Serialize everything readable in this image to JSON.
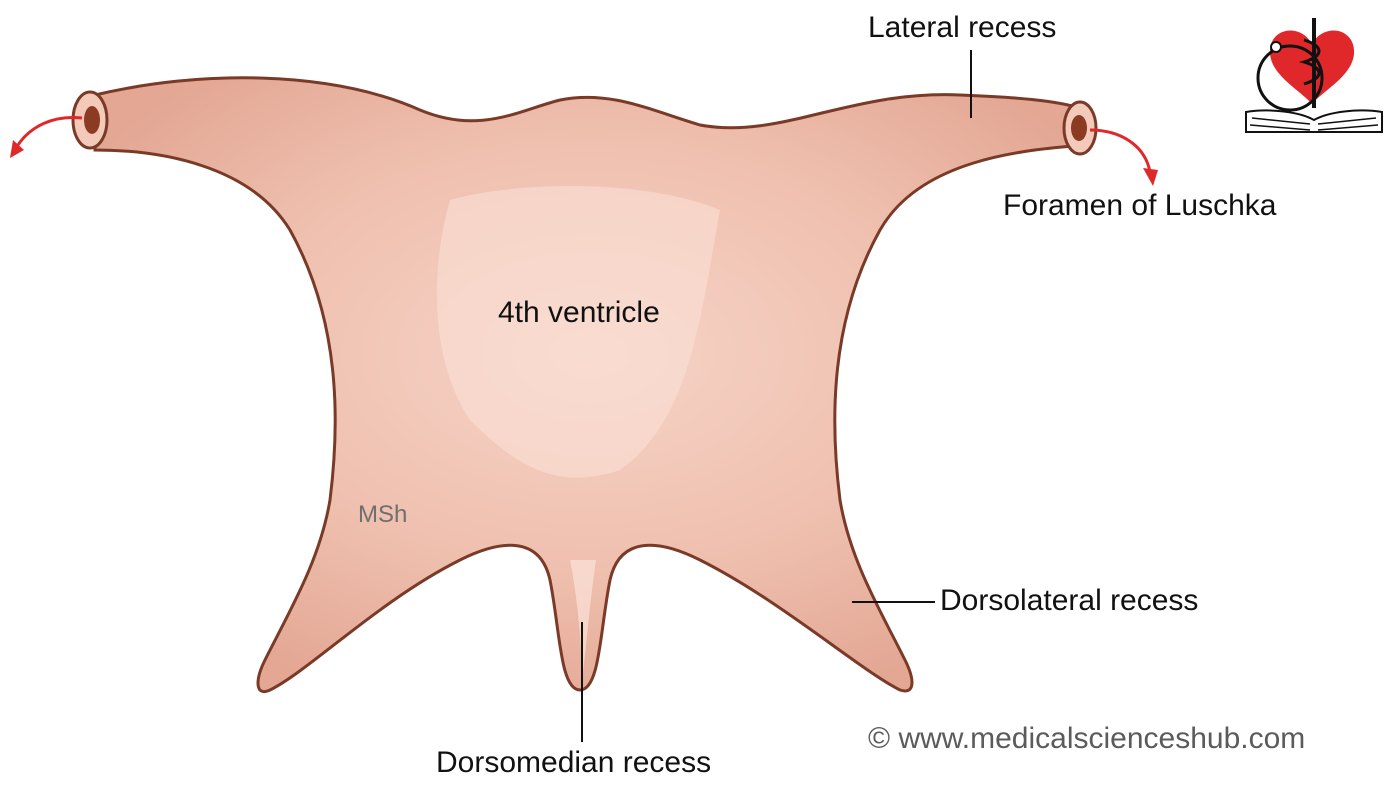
{
  "diagram": {
    "labels": {
      "lateral_recess": "Lateral recess",
      "foramen_luschka": "Foramen of Luschka",
      "fourth_ventricle": "4th ventricle",
      "dorsolateral_recess": "Dorsolateral recess",
      "dorsomedian_recess": "Dorsomedian recess",
      "artist_initials": "MSh"
    },
    "copyright": "© www.medicalscienceshub.com",
    "colors": {
      "tissue_fill": "#f0c0b0",
      "tissue_highlight": "#fbe2d8",
      "tissue_outline": "#7a3a28",
      "arrow": "#e0282a",
      "logo_heart": "#e0282a"
    },
    "icons": [
      "medical-sciences-hub-logo",
      "curved-arrow-icon"
    ]
  }
}
